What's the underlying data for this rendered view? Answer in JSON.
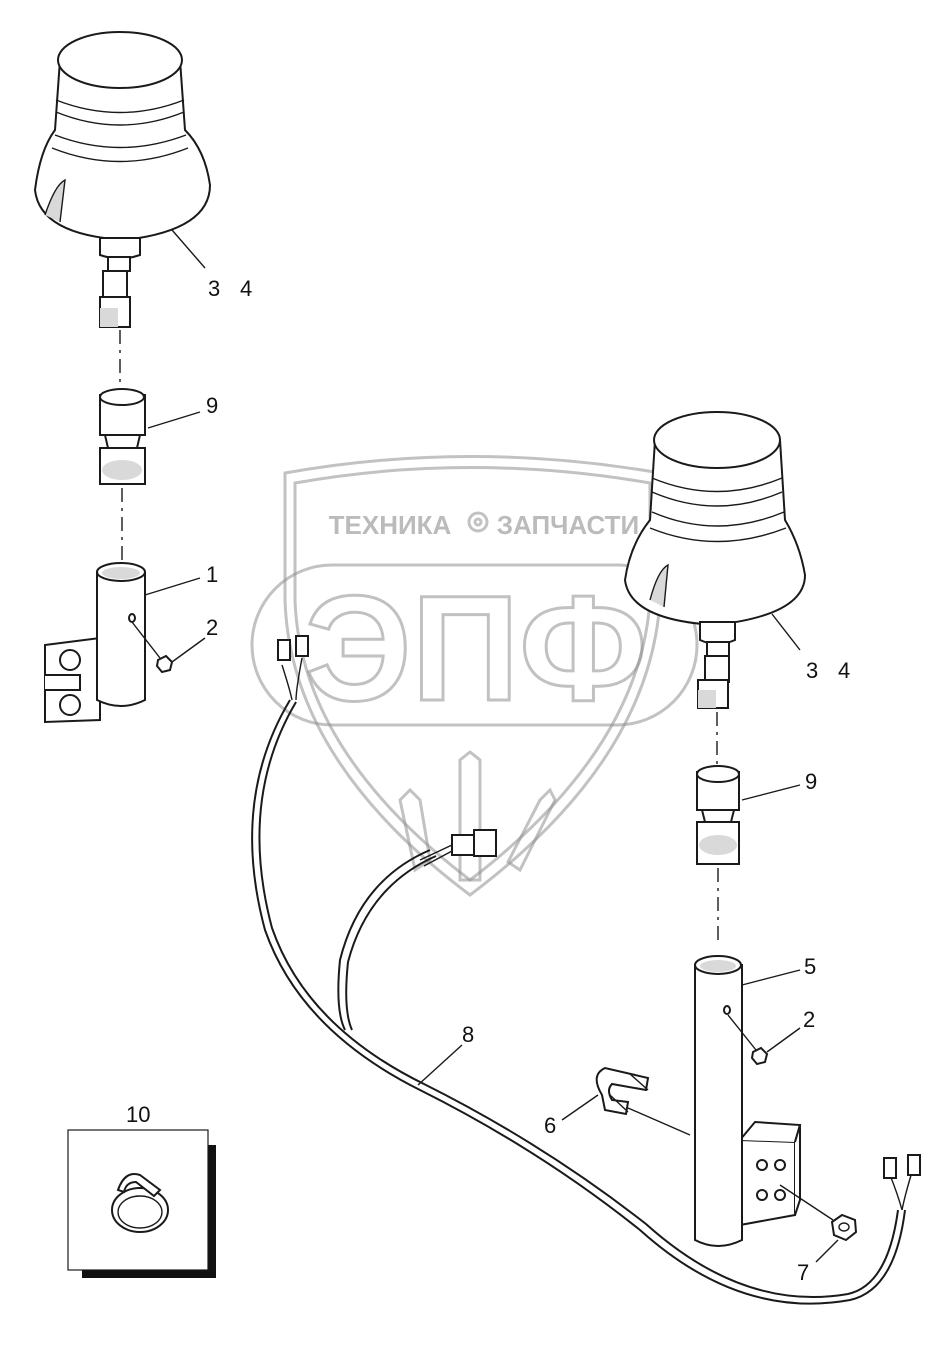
{
  "watermark": {
    "brand_text": "ЭПФ",
    "left_text": "ТЕХНИКА",
    "right_text": "ЗАПЧАСТИ"
  },
  "callouts": {
    "beacon_left_a": "3",
    "beacon_left_b": "4",
    "beacon_right_a": "3",
    "beacon_right_b": "4",
    "adapter_left": "9",
    "adapter_right": "9",
    "mount_short": "1",
    "nut_left": "2",
    "mount_tall": "5",
    "nut_right": "2",
    "harness": "8",
    "u_bolt": "6",
    "hex_nut": "7",
    "clamp_box": "10"
  }
}
